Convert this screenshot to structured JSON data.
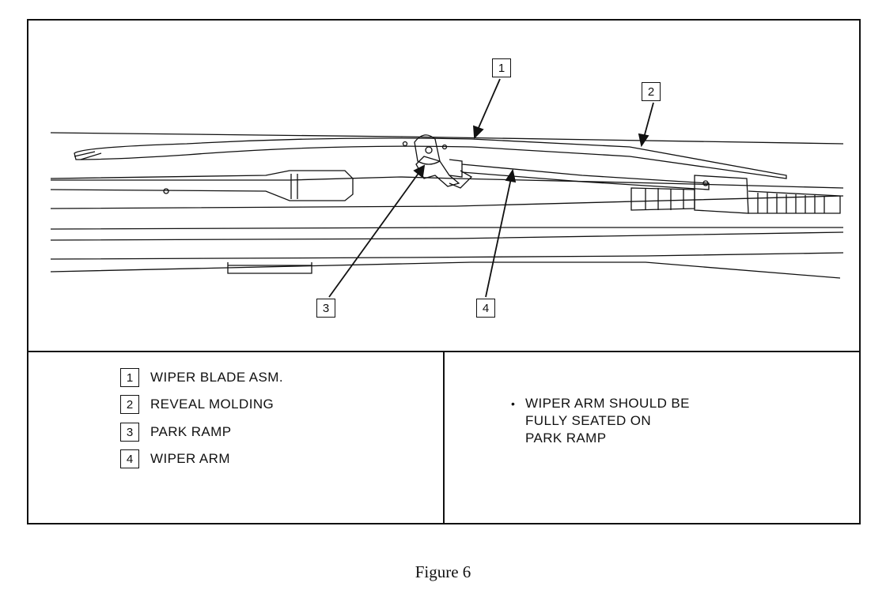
{
  "diagram": {
    "callouts": [
      "1",
      "2",
      "3",
      "4"
    ]
  },
  "legend": {
    "items": [
      {
        "num": "1",
        "label": "WIPER BLADE ASM."
      },
      {
        "num": "2",
        "label": "REVEAL MOLDING"
      },
      {
        "num": "3",
        "label": "PARK RAMP"
      },
      {
        "num": "4",
        "label": "WIPER ARM"
      }
    ]
  },
  "note": {
    "bullet": "•",
    "text": "WIPER ARM SHOULD BE\nFULLY SEATED ON\nPARK RAMP"
  },
  "caption": "Figure 6"
}
